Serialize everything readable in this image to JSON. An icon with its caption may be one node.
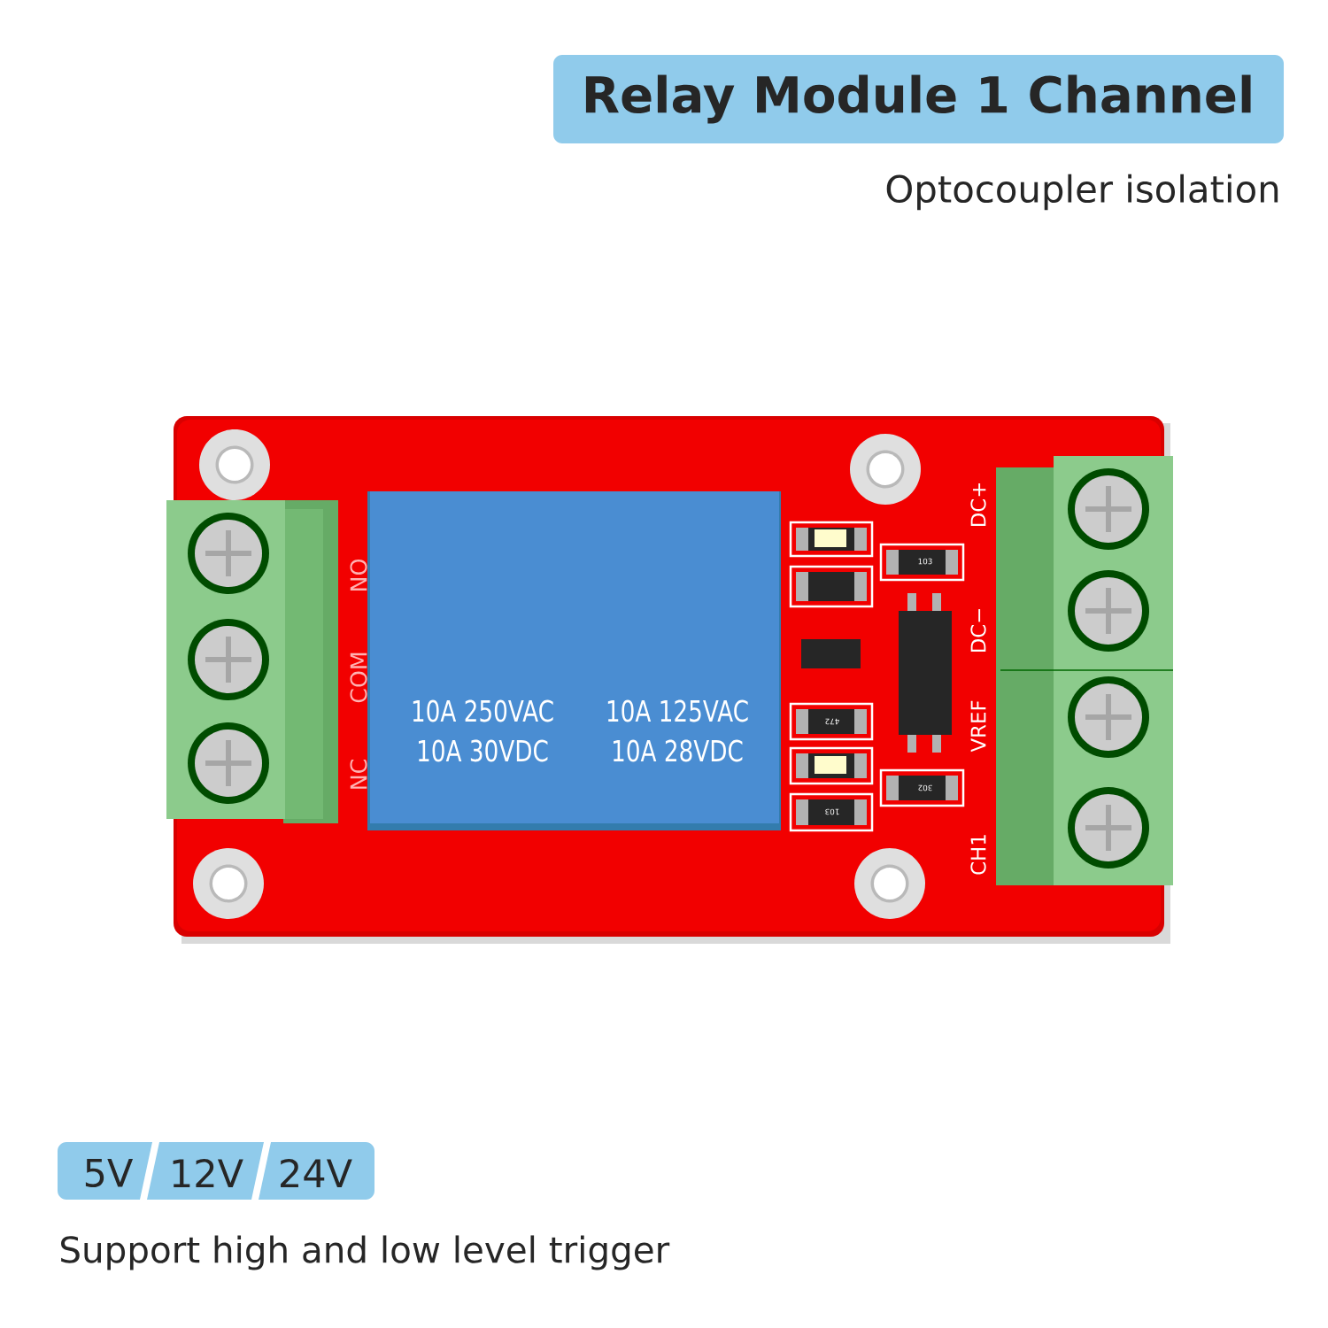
{
  "diagram": {
    "title": "Relay Module 1 Channel",
    "labels": [
      "Optocoupler isolation",
      "NO",
      "COM",
      "NC",
      "10A 250VAC",
      "10A 125VAC",
      "10A 30VDC",
      "10A 28VDC",
      "DC+",
      "103",
      "DC−",
      "472",
      "VREF",
      "302",
      "103",
      "CH1",
      "5V",
      "12V",
      "24V",
      "Support high and low level trigger"
    ]
  }
}
